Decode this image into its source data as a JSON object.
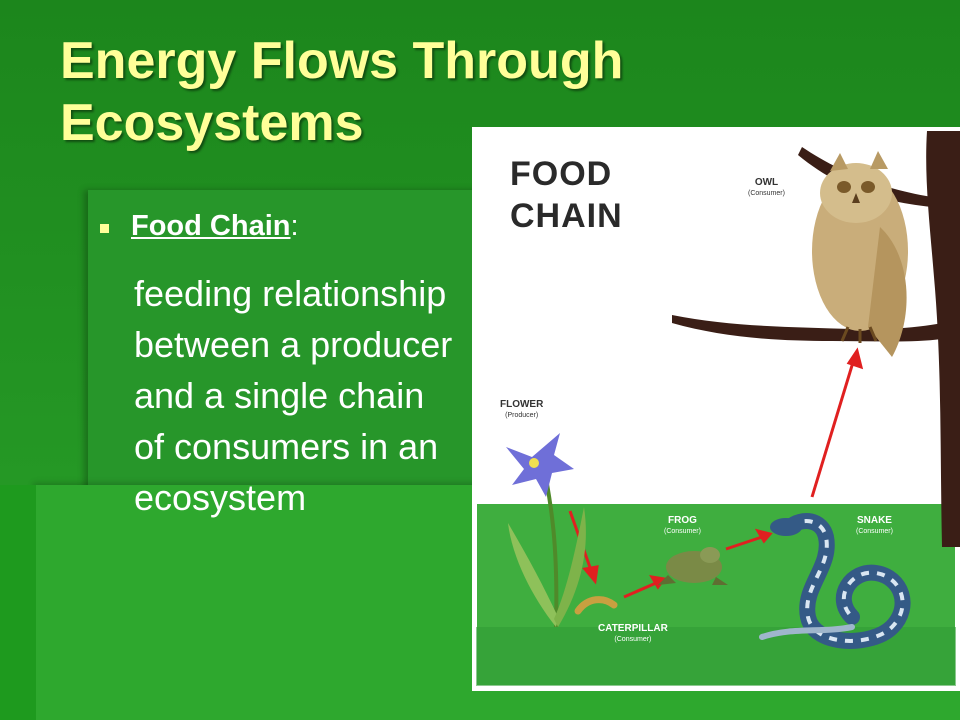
{
  "slide": {
    "title": "Energy Flows Through Ecosystems",
    "bullet": {
      "term": "Food Chain",
      "colon": ":",
      "definition": "feeding relationship between a producer and a single chain of consumers in an ecosystem"
    }
  },
  "figure": {
    "title_line1": "FOOD",
    "title_line2": "CHAIN",
    "labels": {
      "owl": "OWL",
      "owl_role": "(Consumer)",
      "flower": "FLOWER",
      "flower_role": "(Producer)",
      "frog": "FROG",
      "frog_role": "(Consumer)",
      "snake": "SNAKE",
      "snake_role": "(Consumer)",
      "caterpillar": "CATERPILLAR",
      "caterpillar_role": "(Consumer)"
    },
    "colors": {
      "title": "#ffff99",
      "arrow": "#e02020",
      "ground": "#3fae3f"
    }
  }
}
